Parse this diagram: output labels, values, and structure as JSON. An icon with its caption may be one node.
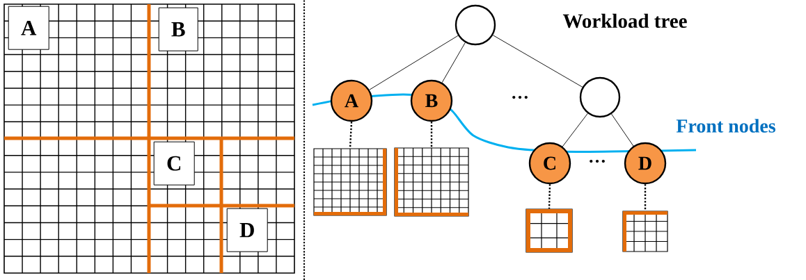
{
  "diagram": {
    "nodes": [
      {
        "text": [],
        "shape": "grid"
      },
      {
        "text": [
          "A"
        ],
        "in": 0
      },
      {
        "text": [
          "B"
        ],
        "in": 0
      },
      {
        "text": [
          "C"
        ],
        "in": 0
      },
      {
        "text": [
          "D"
        ],
        "in": 0
      },
      {
        "text": [],
        "shape": "circle"
      },
      {
        "text": [
          "A"
        ]
      },
      {
        "text": [
          "B"
        ]
      },
      {
        "text": [],
        "shape": "circle"
      },
      {
        "text": [
          "C"
        ]
      },
      {
        "text": [
          "D"
        ]
      },
      {
        "text": [],
        "shape": "grid"
      },
      {
        "text": [],
        "shape": "grid"
      },
      {
        "text": [],
        "shape": "grid"
      },
      {
        "text": [],
        "shape": "grid"
      }
    ],
    "edges": [
      {
        "from": 5,
        "to": 6,
        "arrow": "none"
      },
      {
        "from": 5,
        "to": 7,
        "arrow": "none"
      },
      {
        "from": 5,
        "to": 8,
        "arrow": "none"
      },
      {
        "from": 8,
        "to": 9,
        "arrow": "none"
      },
      {
        "from": 8,
        "to": 10,
        "arrow": "none"
      },
      {
        "from": 6,
        "to": 11,
        "arrow": "none",
        "style": "dashed"
      },
      {
        "from": 7,
        "to": 12,
        "arrow": "none",
        "style": "dashed"
      },
      {
        "from": 9,
        "to": 13,
        "arrow": "none",
        "style": "dashed"
      },
      {
        "from": 10,
        "to": 14,
        "arrow": "none",
        "style": "dashed"
      }
    ],
    "labels": [
      "Workload tree",
      "…",
      "Front nodes",
      "…"
    ]
  }
}
